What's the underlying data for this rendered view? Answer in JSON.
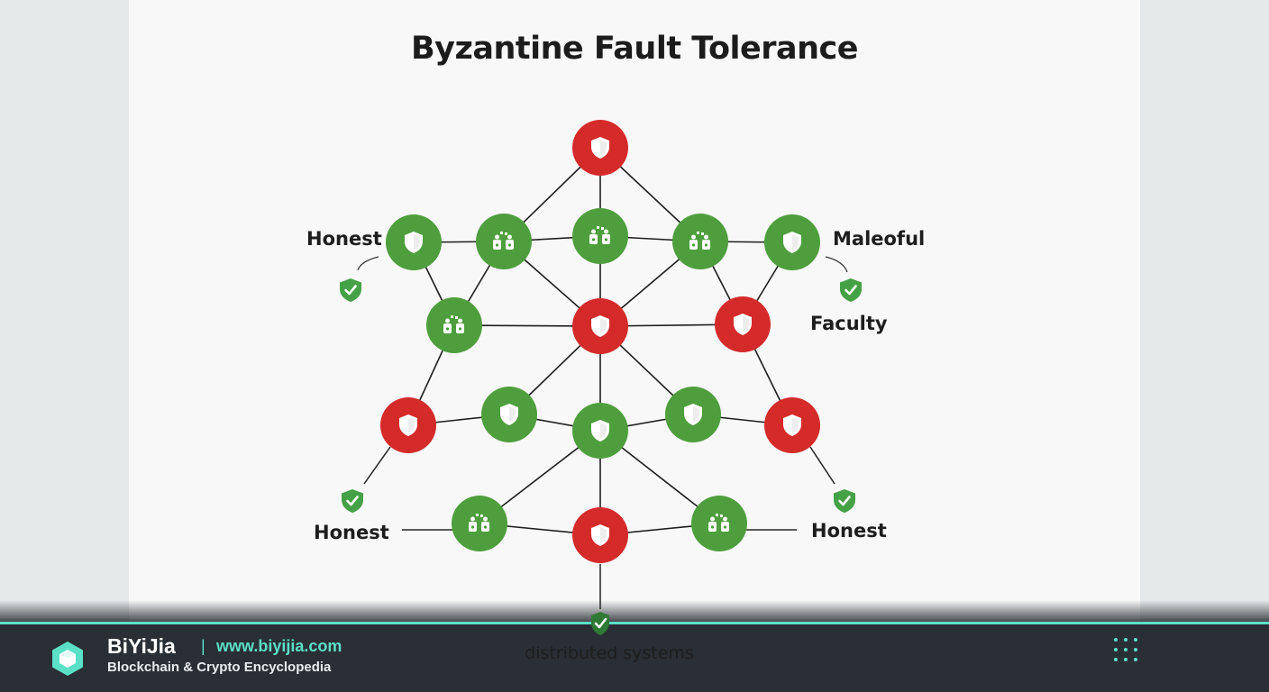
{
  "title": "Byzantine Fault Tolerance",
  "labels": {
    "honest_top_left": "Honest",
    "maleoful": "Maleoful",
    "faculty": "Faculty",
    "honest_bottom_left": "Honest",
    "honest_bottom_right": "Honest",
    "distributed": "distributed systems"
  },
  "colors": {
    "honest": "#4e9e3d",
    "faulty": "#d42a2a",
    "accent": "#5be0c8",
    "footer_bg": "#2a2f35"
  },
  "nodes": [
    {
      "id": "top",
      "status": "faulty",
      "icon": "shield-icon"
    },
    {
      "id": "r1a",
      "status": "honest",
      "icon": "shield-icon"
    },
    {
      "id": "r1b",
      "status": "honest",
      "icon": "nodes-icon"
    },
    {
      "id": "r1c",
      "status": "honest",
      "icon": "nodes-icon"
    },
    {
      "id": "r1d",
      "status": "honest",
      "icon": "nodes-icon"
    },
    {
      "id": "r1e",
      "status": "honest",
      "icon": "shield-icon"
    },
    {
      "id": "r2a",
      "status": "honest",
      "icon": "nodes-icon"
    },
    {
      "id": "center",
      "status": "faulty",
      "icon": "shield-icon"
    },
    {
      "id": "r2c",
      "status": "faulty",
      "icon": "shield-icon"
    },
    {
      "id": "r3a",
      "status": "faulty",
      "icon": "shield-icon"
    },
    {
      "id": "r3b",
      "status": "honest",
      "icon": "shield-icon"
    },
    {
      "id": "r3c",
      "status": "honest",
      "icon": "shield-icon"
    },
    {
      "id": "r3d",
      "status": "honest",
      "icon": "shield-icon"
    },
    {
      "id": "r3e",
      "status": "faulty",
      "icon": "shield-icon"
    },
    {
      "id": "r4a",
      "status": "honest",
      "icon": "nodes-icon"
    },
    {
      "id": "r4b",
      "status": "faulty",
      "icon": "shield-icon"
    },
    {
      "id": "r4c",
      "status": "honest",
      "icon": "nodes-icon"
    }
  ],
  "edges": [
    [
      "top",
      "r1b"
    ],
    [
      "top",
      "r1c"
    ],
    [
      "top",
      "r1d"
    ],
    [
      "r1a",
      "r1b"
    ],
    [
      "r1b",
      "r1c"
    ],
    [
      "r1c",
      "r1d"
    ],
    [
      "r1d",
      "r1e"
    ],
    [
      "r1a",
      "r2a"
    ],
    [
      "r1b",
      "r2a"
    ],
    [
      "r1b",
      "center"
    ],
    [
      "r1c",
      "center"
    ],
    [
      "r1d",
      "center"
    ],
    [
      "r1d",
      "r2c"
    ],
    [
      "r1e",
      "r2c"
    ],
    [
      "r2a",
      "center"
    ],
    [
      "center",
      "r2c"
    ],
    [
      "r2a",
      "r3a"
    ],
    [
      "r2c",
      "r3e"
    ],
    [
      "center",
      "r3b"
    ],
    [
      "center",
      "r3c"
    ],
    [
      "center",
      "r3d"
    ],
    [
      "r3a",
      "r3b"
    ],
    [
      "r3b",
      "r3c"
    ],
    [
      "r3c",
      "r3d"
    ],
    [
      "r3d",
      "r3e"
    ],
    [
      "r3c",
      "r4a"
    ],
    [
      "r3c",
      "r4b"
    ],
    [
      "r3c",
      "r4c"
    ],
    [
      "r4a",
      "r4b"
    ],
    [
      "r4b",
      "r4c"
    ]
  ],
  "footer": {
    "brand": "BiYiJia",
    "separator": "|",
    "url": "www.biyijia.com",
    "tagline": "Blockchain & Crypto Encyclopedia"
  }
}
